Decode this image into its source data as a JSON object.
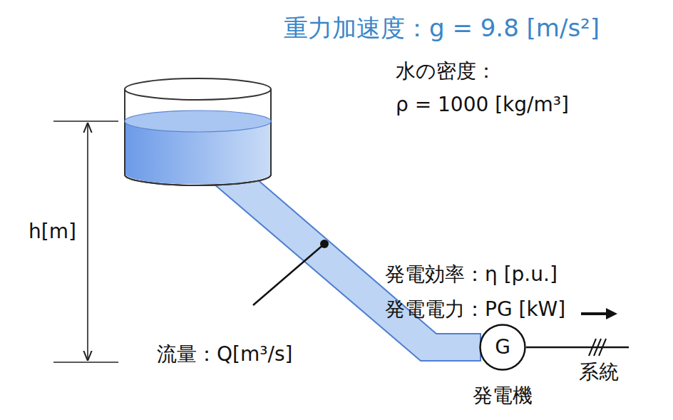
{
  "diagram": {
    "nodes": [
      {
        "text": [
          "G",
          "発電機"
        ]
      }
    ],
    "labels": [
      "重力加速度：g = 9.8 [m/s²]",
      "水の密度：",
      "ρ = 1000 [kg/m³]",
      "h[m]",
      "流量：Q[m³/s]",
      "発電効率：η [p.u.]",
      "発電電力：PG [kW]",
      "系統"
    ]
  }
}
